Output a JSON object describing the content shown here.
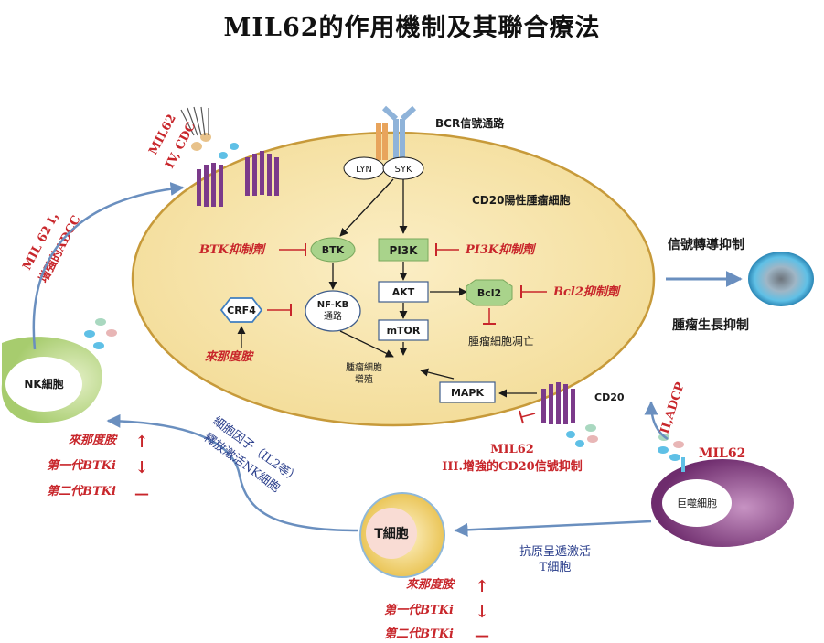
{
  "title": "MIL62的作用機制及其聯合療法",
  "cell": {
    "label": "CD20陽性腫瘤細胞",
    "bcr": "BCR信號通路",
    "lyn": "LYN",
    "syk": "SYK",
    "btk": "BTK",
    "pi3k": "PI3K",
    "akt": "AKT",
    "bcl2": "Bcl2",
    "mtor": "mTOR",
    "nfkb": [
      "NF-KB",
      "通路"
    ],
    "crf4": "CRF4",
    "mapk": "MAPK",
    "cd20": "CD20",
    "proliferation": [
      "腫瘤細胞",
      "增殖"
    ],
    "apoptosis": "腫瘤細胞凋亡"
  },
  "inhibitors": {
    "btk": "BTK抑制劑",
    "pi3k": "PI3K抑制劑",
    "bcl2": "Bcl2抑制劑",
    "lenalidomide": "來那度胺"
  },
  "mechanisms": {
    "iv_cdc": [
      "MIL62",
      "IV, CDC"
    ],
    "i_adcc": [
      "MIL 62 I，",
      "增強的ADCC"
    ],
    "ii_adcp": "II,ADCP",
    "mil62_macro": "MIL62",
    "iii": [
      "MIL62",
      "III.增強的CD20信號抑制"
    ]
  },
  "outcomes": {
    "signal": "信號轉導抑制",
    "growth": "腫瘤生長抑制"
  },
  "cells": {
    "nk": "NK細胞",
    "macrophage": "巨噬細胞",
    "tcell": "T細胞"
  },
  "arrows_text": {
    "cytokine": [
      "細胞因子（IL2等）",
      "釋放激活NK細胞"
    ],
    "antigen": [
      "抗原呈遞激活",
      "T細胞"
    ]
  },
  "nk_effects": [
    {
      "label": "來那度胺",
      "symbol": "↑"
    },
    {
      "label": "第一代BTKi",
      "symbol": "↓"
    },
    {
      "label": "第二代BTKi",
      "symbol": "—"
    }
  ],
  "t_effects": [
    {
      "label": "來那度胺",
      "symbol": "↑"
    },
    {
      "label": "第一代BTKi",
      "symbol": "↓"
    },
    {
      "label": "第二代BTKi",
      "symbol": "—"
    }
  ],
  "colors": {
    "cell_fill": "#f7e4a8",
    "cell_stroke": "#c79a3a",
    "red": "#c8262b",
    "green": "#a9d38b",
    "purple": "#7b3a8a",
    "blue_arrow": "#6a8fbf",
    "nk_fill": "#cfe3a6",
    "mac_fill": "#8a3f86",
    "t_fill": "#f3d36a"
  }
}
